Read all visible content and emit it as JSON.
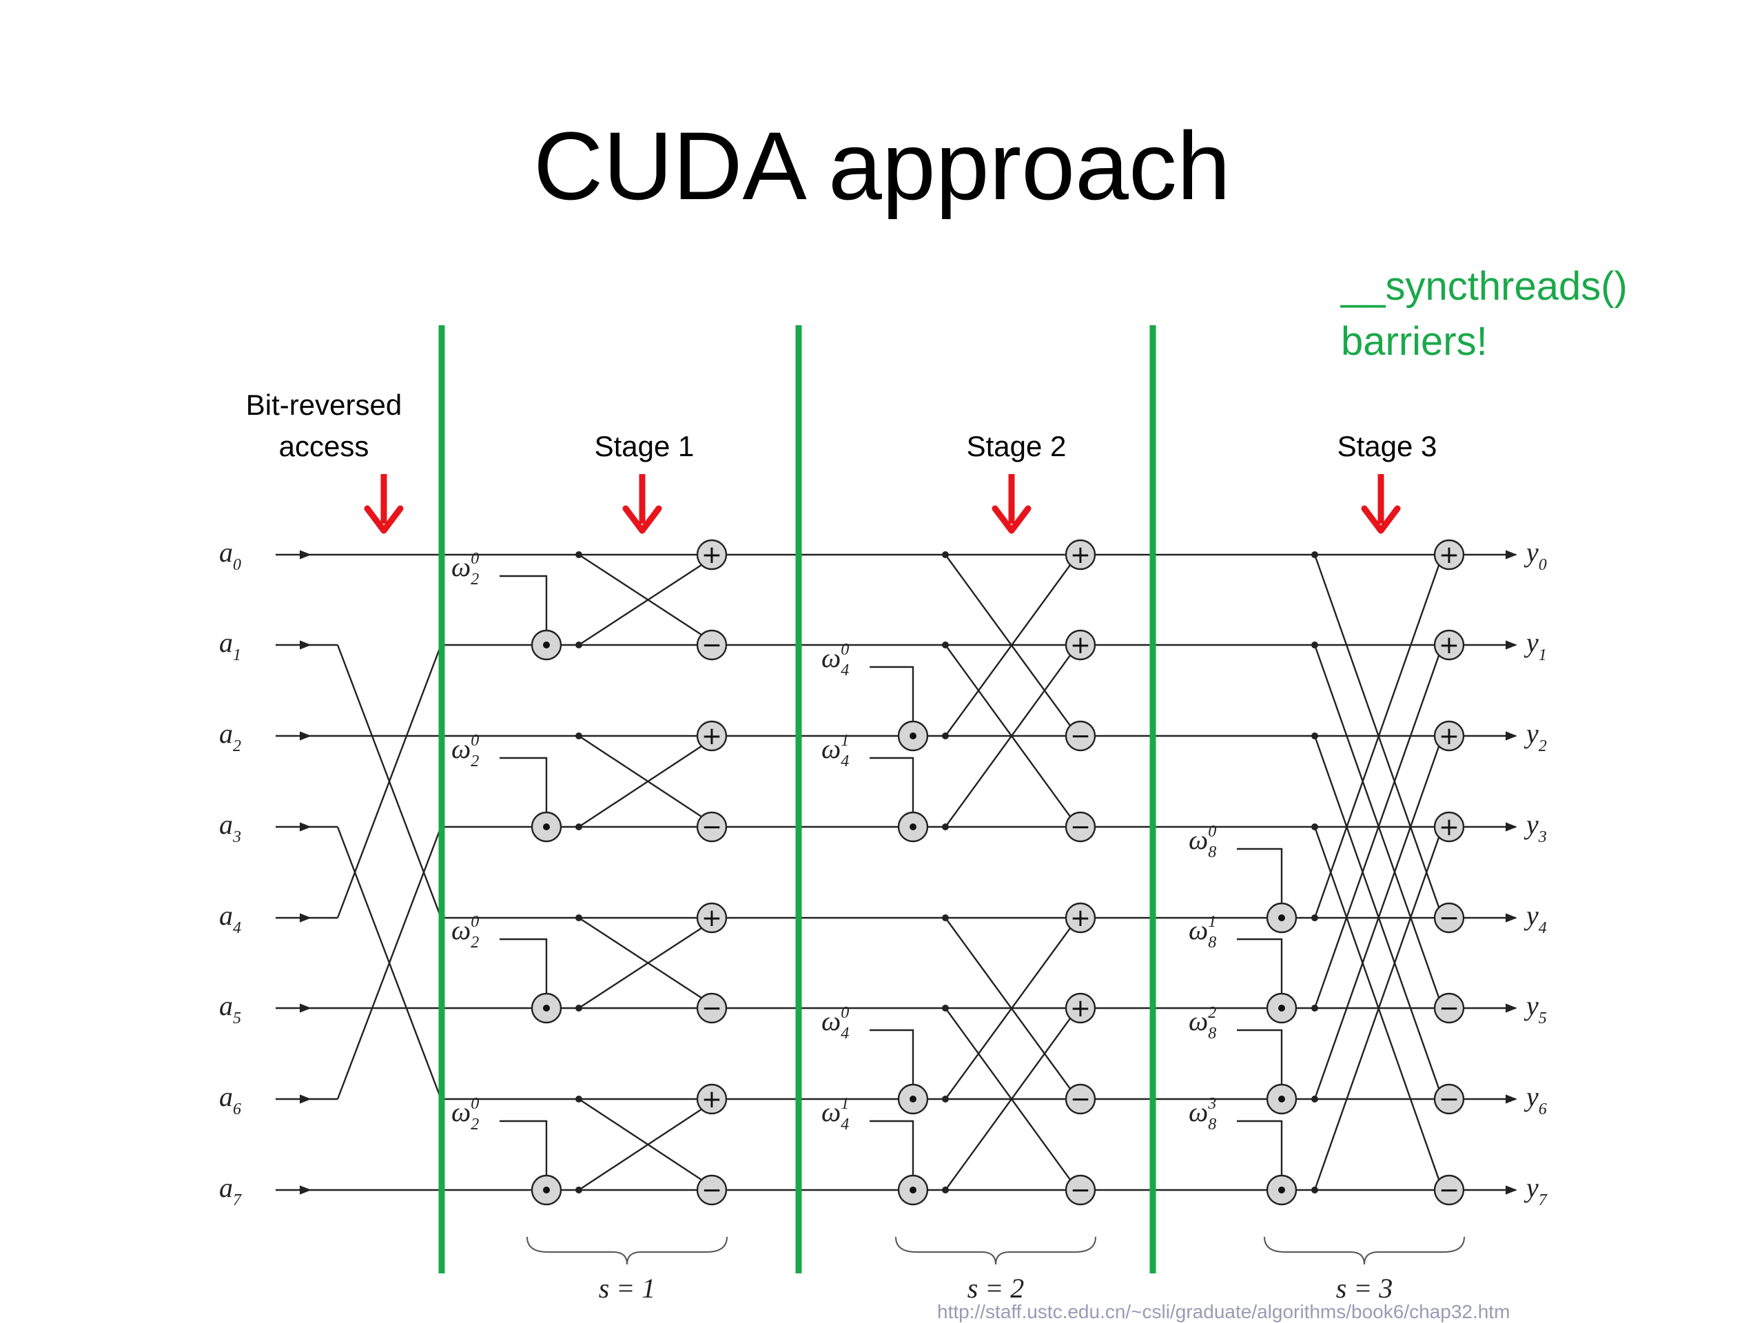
{
  "title": "CUDA approach",
  "sync_note": {
    "line1": "__syncthreads()",
    "line2": "barriers!"
  },
  "labels": {
    "bit_reversed_line1": "Bit-reversed",
    "bit_reversed_line2": "access",
    "stage1": "Stage 1",
    "stage2": "Stage 2",
    "stage3": "Stage 3"
  },
  "source_url": "http://staff.ustc.edu.cn/~csli/graduate/algorithms/book6/chap32.htm",
  "colors": {
    "barrier": "#1aa84a",
    "arrow": "#e8141c",
    "wire": "#222222",
    "node_fill": "#d6d6d6"
  },
  "diagram": {
    "inputs": [
      "a0",
      "a1",
      "a2",
      "a3",
      "a4",
      "a5",
      "a6",
      "a7"
    ],
    "outputs": [
      "y0",
      "y1",
      "y2",
      "y3",
      "y4",
      "y5",
      "y6",
      "y7"
    ],
    "stage_labels": [
      "s = 1",
      "s = 2",
      "s = 3"
    ],
    "stage1_twiddle": [
      "ω20",
      "ω20",
      "ω20",
      "ω20"
    ],
    "stage2_twiddle": [
      "ω40",
      "ω41",
      "ω40",
      "ω41"
    ],
    "stage3_twiddle": [
      "ω80",
      "ω81",
      "ω82",
      "ω83"
    ],
    "stage1_signs": [
      "+",
      "−",
      "+",
      "−",
      "+",
      "−",
      "+",
      "−"
    ],
    "stage2_signs": [
      "+",
      "+",
      "−",
      "−",
      "+",
      "+",
      "−",
      "−"
    ],
    "stage3_signs": [
      "+",
      "+",
      "+",
      "+",
      "−",
      "−",
      "−",
      "−"
    ]
  }
}
